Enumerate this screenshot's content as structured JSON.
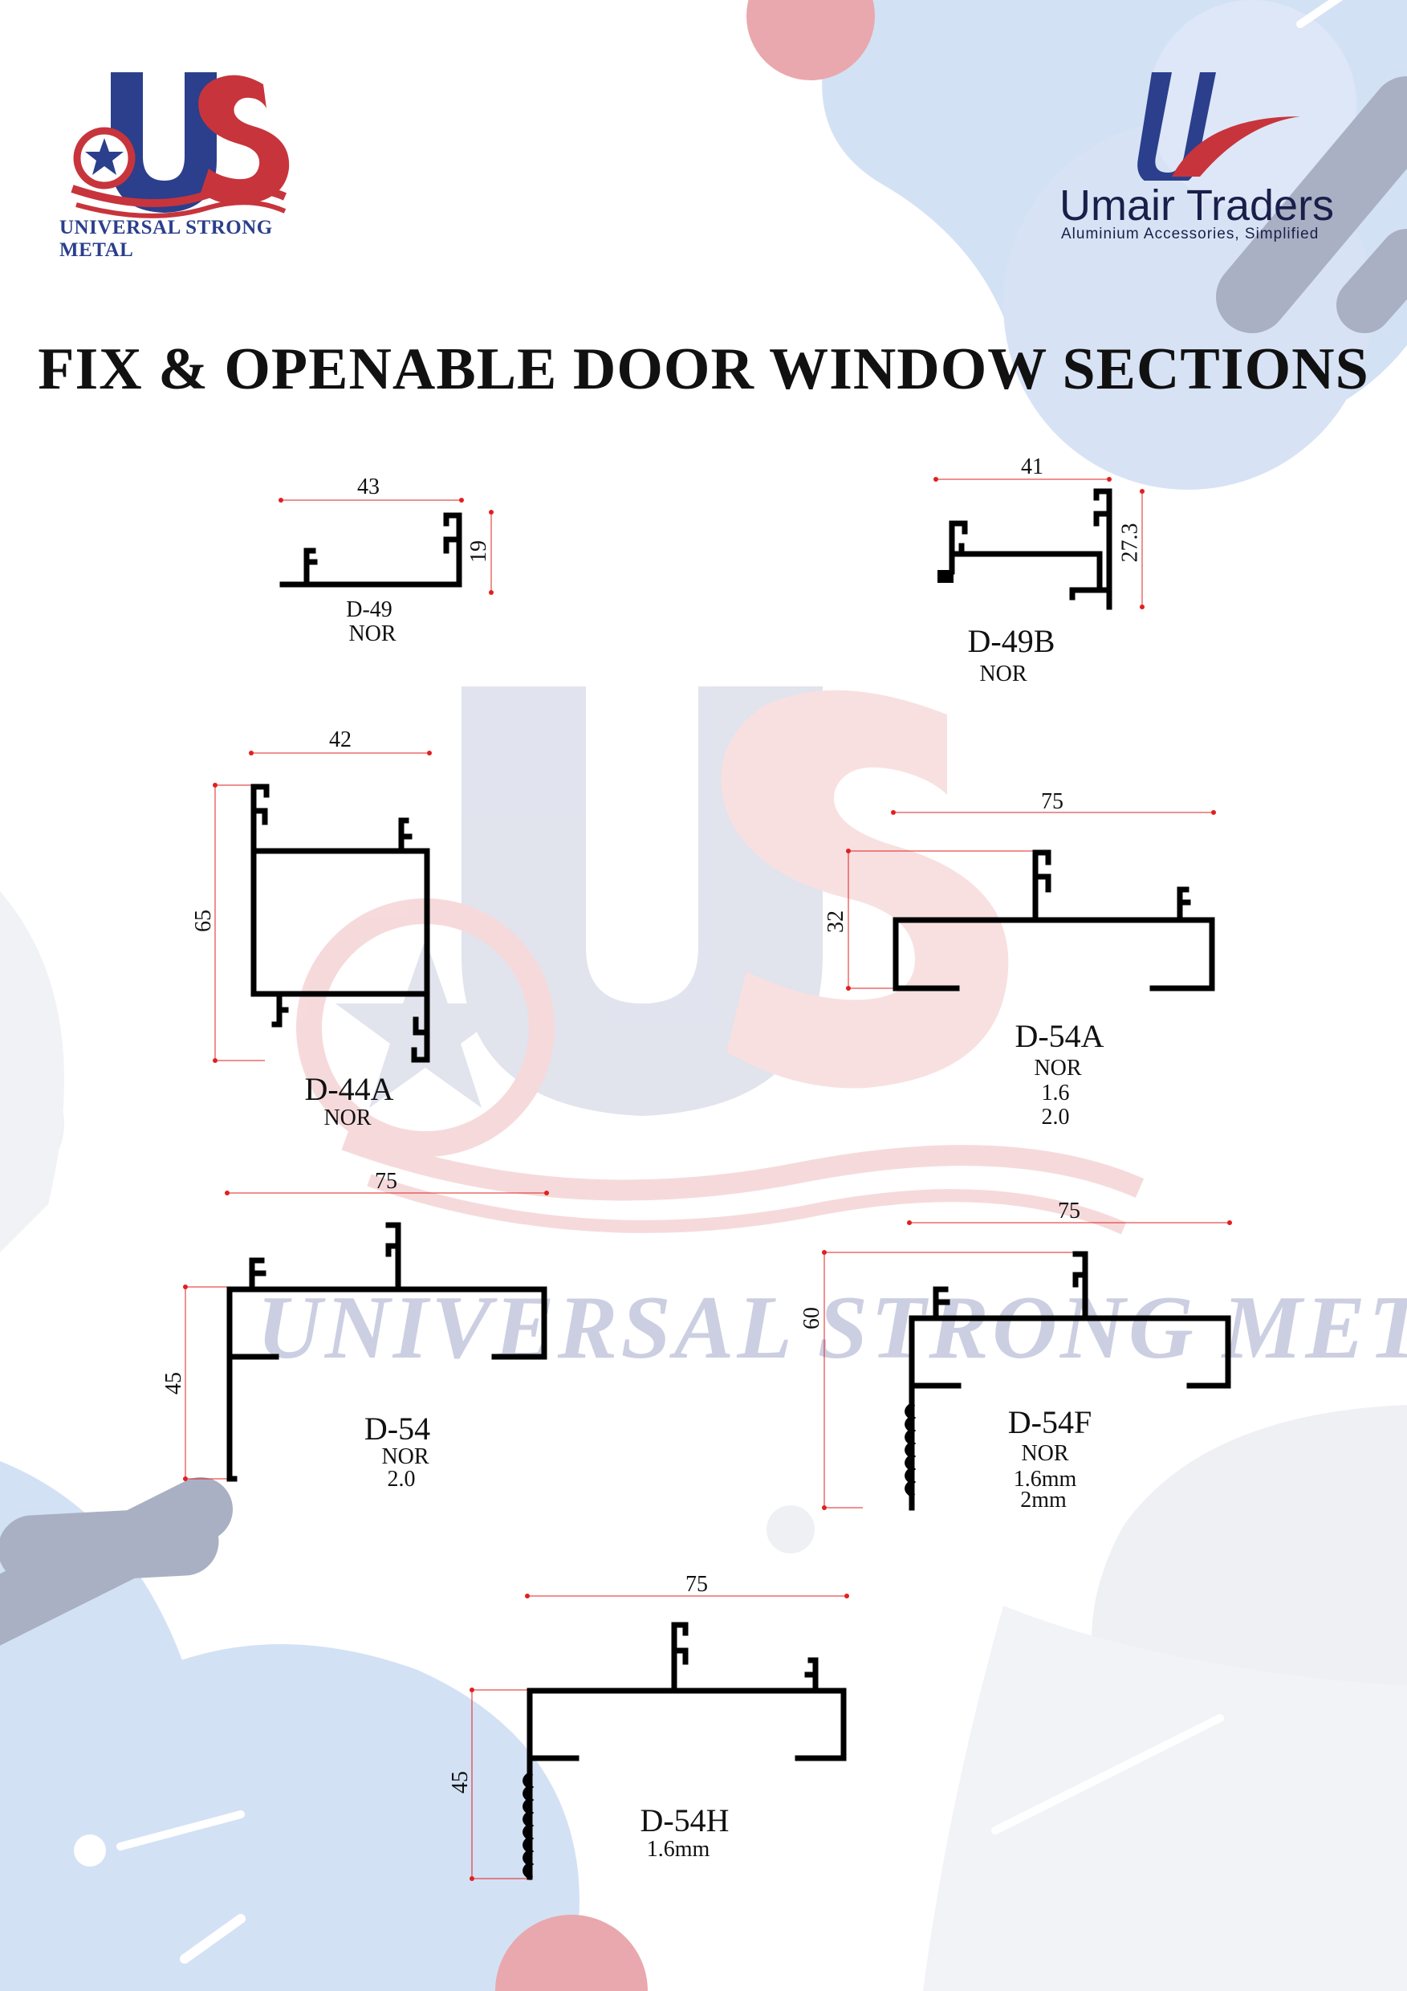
{
  "title": "FIX & OPENABLE DOOR WINDOW SECTIONS",
  "logo_left": {
    "text": "UNIVERSAL STRONG METAL",
    "mark": "US"
  },
  "logo_right": {
    "name": "Umair Traders",
    "tagline": "Aluminium Accessories, Simplified"
  },
  "watermark": {
    "mark": "US",
    "text": "UNIVERSAL STRONG METAL"
  },
  "colors": {
    "dimension_line": "#e02020",
    "profile": "#000000",
    "accent_red": "#c8343c",
    "accent_blue": "#2b3f8c"
  },
  "sections": [
    {
      "code": "D-49",
      "lines": [
        "NOR"
      ],
      "dims": {
        "width": "43",
        "height": "19"
      }
    },
    {
      "code": "D-49B",
      "lines": [
        "NOR"
      ],
      "dims": {
        "width": "41",
        "height": "27.3"
      }
    },
    {
      "code": "D-44A",
      "lines": [
        "NOR"
      ],
      "dims": {
        "width": "42",
        "height": "65"
      }
    },
    {
      "code": "D-54A",
      "lines": [
        "NOR",
        "1.6",
        "2.0"
      ],
      "dims": {
        "width": "75",
        "height": "32"
      }
    },
    {
      "code": "D-54",
      "lines": [
        "NOR",
        "2.0"
      ],
      "dims": {
        "width": "75",
        "height": "45"
      }
    },
    {
      "code": "D-54F",
      "lines": [
        "NOR",
        "1.6mm",
        "2mm"
      ],
      "dims": {
        "width": "75",
        "height": "60"
      }
    },
    {
      "code": "D-54H",
      "lines": [
        "1.6mm"
      ],
      "dims": {
        "width": "75",
        "height": "45"
      }
    }
  ]
}
